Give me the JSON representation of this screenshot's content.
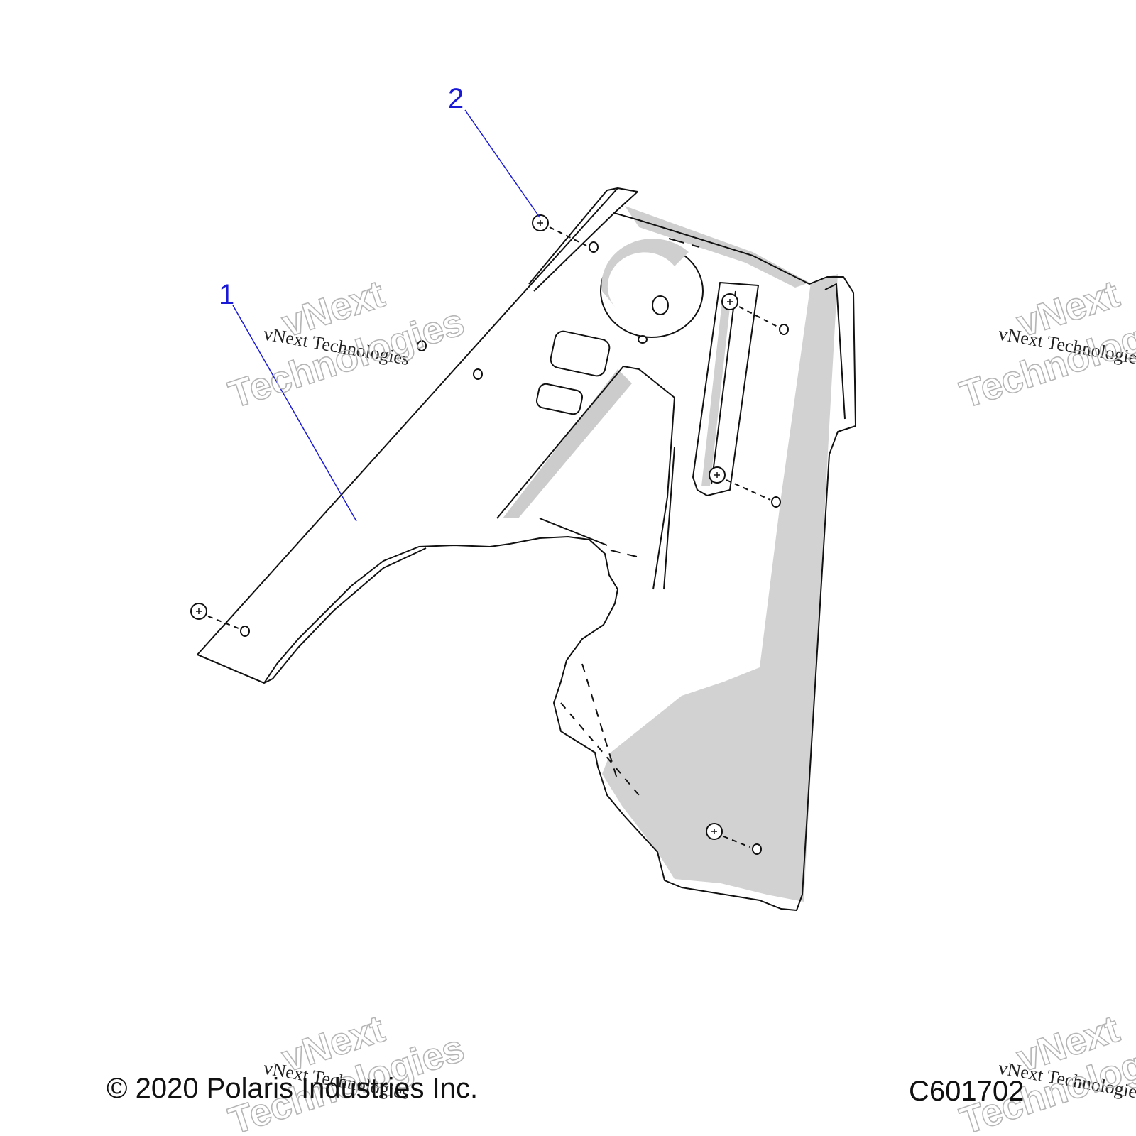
{
  "callouts": [
    {
      "label": "1"
    },
    {
      "label": "2"
    }
  ],
  "footer": {
    "copyright": "© 2020 Polaris Industries Inc.",
    "figure_code": "C601702"
  },
  "watermark": {
    "line_small": "vNext Technologies",
    "line_big_1": "vNext",
    "line_big_2": "Technologies"
  },
  "colors": {
    "callout": "#1a1ad6",
    "outline": "#111111",
    "shade": "#cfcfcf"
  }
}
